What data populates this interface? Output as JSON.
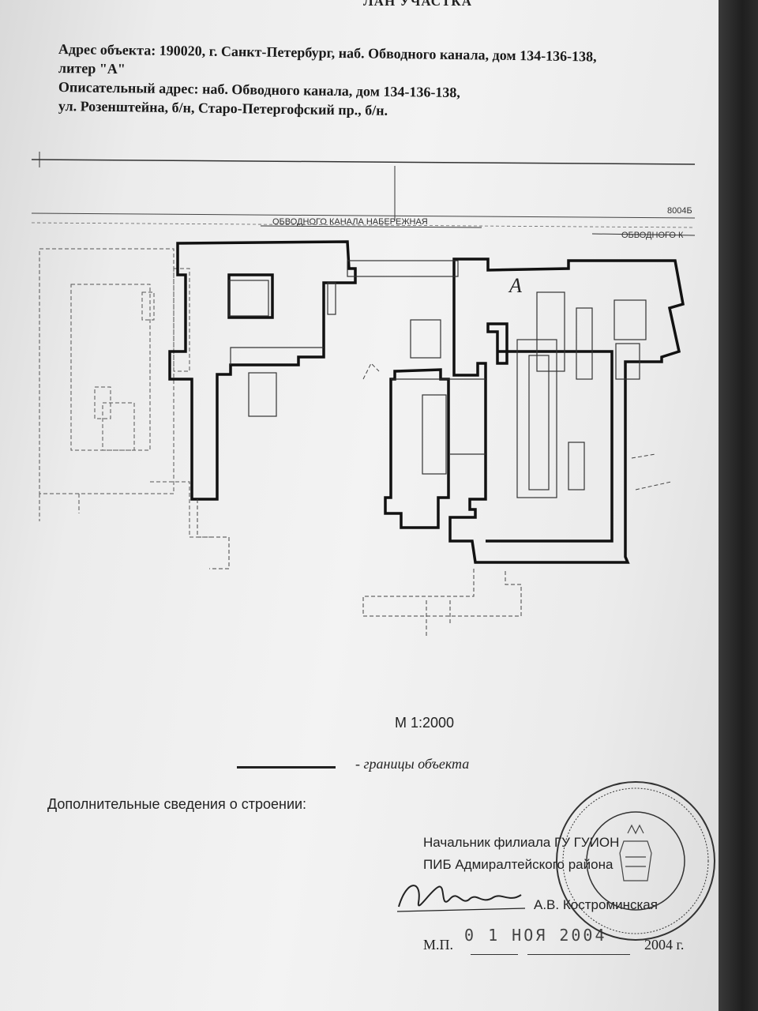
{
  "header_cut": "ЛАН УЧАСТКА",
  "address": {
    "line1": "Адрес объекта: 190020, г. Санкт-Петербург, наб. Обводного канала, дом 134-136-138,",
    "line2": "литер \"А\"",
    "line3": "Описательный адрес: наб. Обводного канала, дом 134-136-138,",
    "line4": "ул. Розенштейна, б/н, Старо-Петергофский пр., б/н."
  },
  "plan": {
    "street_label": "ОБВОДНОГО КАНАЛА НАБЕРЕЖНАЯ",
    "street_label_right": "ОБВОДНОГО К",
    "code": "8004Б",
    "liter": "А"
  },
  "scale": "М 1:2000",
  "legend": "- границы объекта",
  "extra_info": "Дополнительные сведения о строении:",
  "signature": {
    "line1": "Начальник филиала ГУ ГУИОН",
    "line2": "ПИБ Адмиралтейского района",
    "name": "А.В. Костроминская",
    "mp": "М.П.",
    "date": "0 1 НОЯ 2004",
    "year": "2004 г."
  }
}
